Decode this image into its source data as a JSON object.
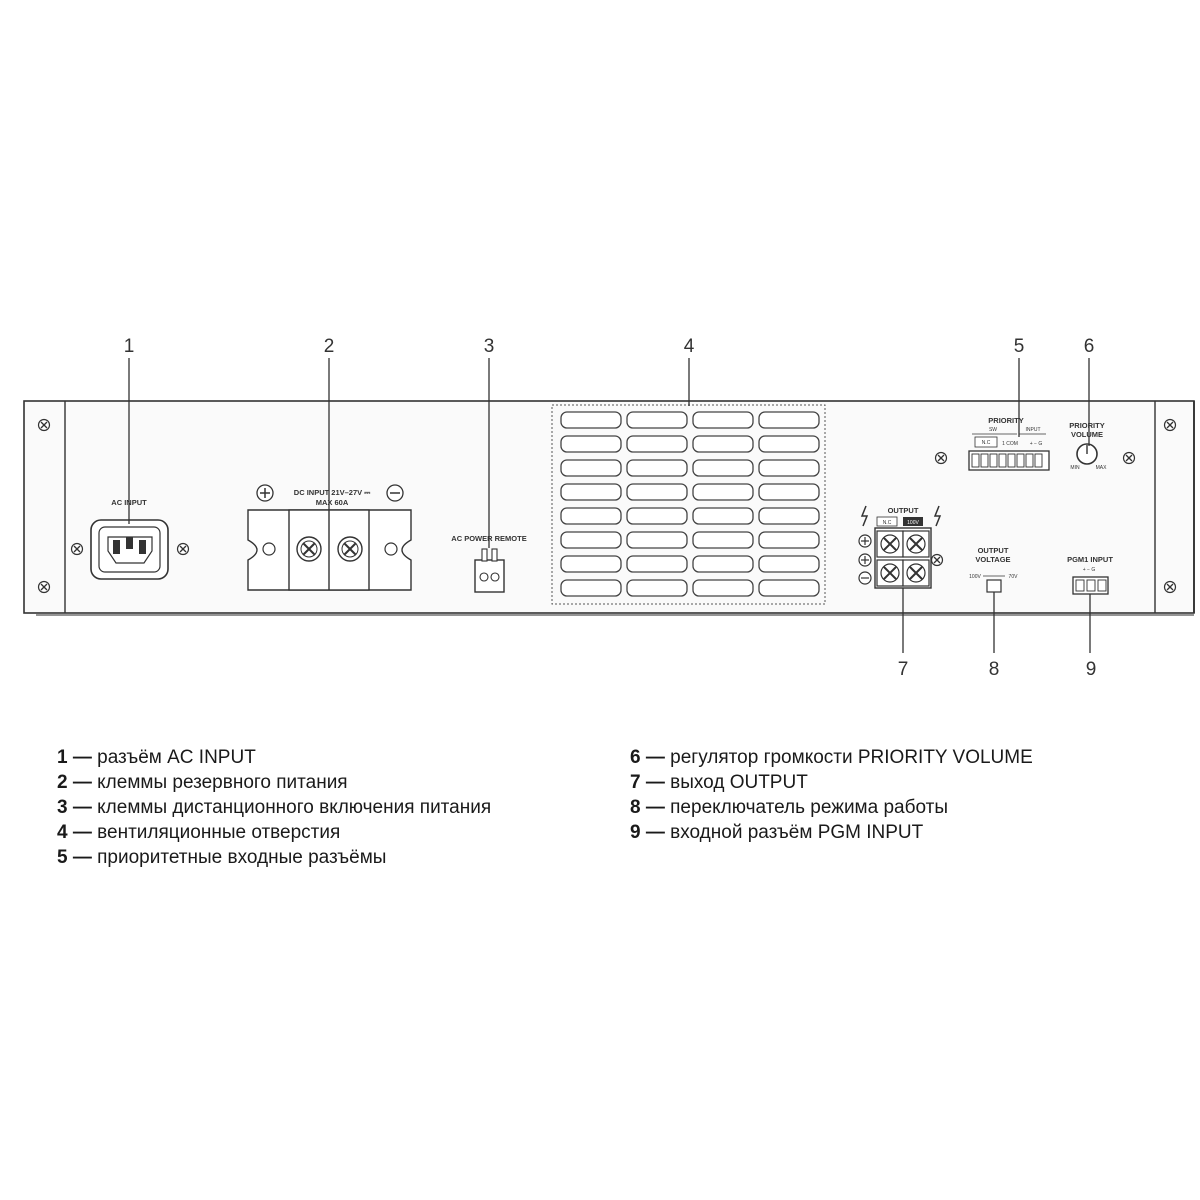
{
  "callouts": [
    "1",
    "2",
    "3",
    "4",
    "5",
    "6",
    "7",
    "8",
    "9"
  ],
  "panel": {
    "ac_input": "AC INPUT",
    "dc_input_line1": "DC INPUT 21V–27V ⎓",
    "dc_input_line2": "MAX 60A",
    "ac_power_remote": "AC POWER REMOTE",
    "priority": "PRIORITY",
    "sw": "SW",
    "input": "INPUT",
    "nc": "N.C",
    "com": "1 COM",
    "pol": "+ − G",
    "priority_volume_1": "PRIORITY",
    "priority_volume_2": "VOLUME",
    "min": "MIN",
    "max": "MAX",
    "output": "OUTPUT",
    "output_nc": "N.C",
    "output_100v": "100V",
    "output_voltage_1": "OUTPUT",
    "output_voltage_2": "VOLTAGE",
    "v100": "100V",
    "v70": "70V",
    "pgm_input": "PGM1 INPUT",
    "pgm_pol": "+ − G"
  },
  "legend": {
    "left": [
      {
        "num": "1",
        "dash": " — ",
        "text": "разъём AC INPUT"
      },
      {
        "num": "2",
        "dash": " — ",
        "text": "клеммы резервного питания"
      },
      {
        "num": "3",
        "dash": " — ",
        "text": "клеммы дистанционного включения питания"
      },
      {
        "num": "4",
        "dash": " — ",
        "text": "вентиляционные отверстия"
      },
      {
        "num": "5",
        "dash": " — ",
        "text": "приоритетные входные разъёмы"
      }
    ],
    "right": [
      {
        "num": "6",
        "dash": " — ",
        "text": "регулятор громкости PRIORITY VOLUME"
      },
      {
        "num": "7",
        "dash": " — ",
        "text": "выход OUTPUT"
      },
      {
        "num": "8",
        "dash": " — ",
        "text": "переключатель режима работы"
      },
      {
        "num": "9",
        "dash": " — ",
        "text": "входной разъём PGM INPUT"
      }
    ]
  }
}
